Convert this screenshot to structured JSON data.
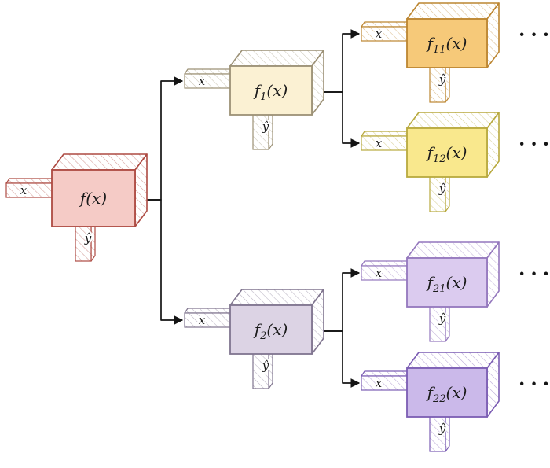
{
  "diagram": {
    "background": "#ffffff",
    "line_color": "#141414",
    "text_color": "#1b1b1b",
    "input_label": "x",
    "output_label": "ŷ",
    "ellipsis_text": "···",
    "nodes": [
      {
        "id": "root",
        "func": "f",
        "subscript": "",
        "arg": "(x)",
        "fill": "#f5cbc6",
        "stroke": "#ad4a42",
        "children": [
          "f1",
          "f2"
        ],
        "ellipsis": false
      },
      {
        "id": "f1",
        "func": "f",
        "subscript": "1",
        "arg": "(x)",
        "fill": "#fbf1d3",
        "stroke": "#9c9176",
        "children": [
          "f11",
          "f12"
        ],
        "ellipsis": false
      },
      {
        "id": "f2",
        "func": "f",
        "subscript": "2",
        "arg": "(x)",
        "fill": "#dcd3e4",
        "stroke": "#80758f",
        "children": [
          "f21",
          "f22"
        ],
        "ellipsis": false
      },
      {
        "id": "f11",
        "func": "f",
        "subscript": "11",
        "arg": "(x)",
        "fill": "#f6c979",
        "stroke": "#bc8631",
        "children": [],
        "ellipsis": true
      },
      {
        "id": "f12",
        "func": "f",
        "subscript": "12",
        "arg": "(x)",
        "fill": "#f9e88d",
        "stroke": "#b8a93e",
        "children": [],
        "ellipsis": true
      },
      {
        "id": "f21",
        "func": "f",
        "subscript": "21",
        "arg": "(x)",
        "fill": "#dbcbef",
        "stroke": "#9477bd",
        "children": [],
        "ellipsis": true
      },
      {
        "id": "f22",
        "func": "f",
        "subscript": "22",
        "arg": "(x)",
        "fill": "#cbb9ea",
        "stroke": "#7b5db3",
        "children": [],
        "ellipsis": true
      }
    ]
  }
}
